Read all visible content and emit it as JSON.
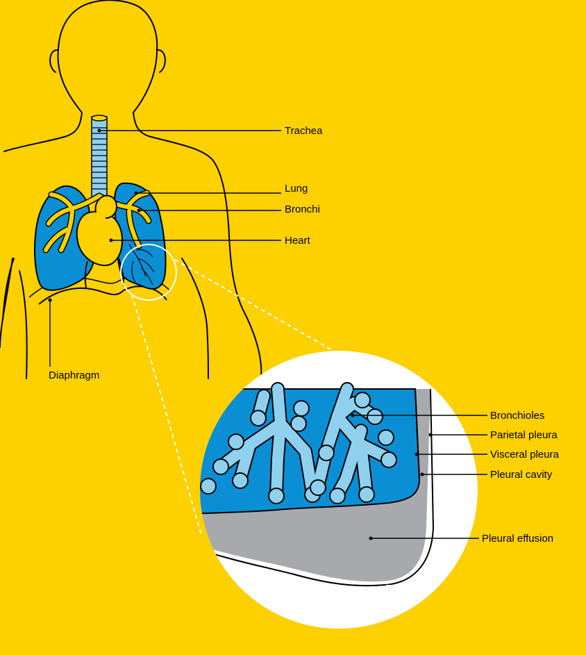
{
  "colors": {
    "background": "#FDD000",
    "lung": "#0A8FD4",
    "bronchiole": "#8FD0EE",
    "effusion": "#A7A9AC",
    "pleural_fill": "#FFFFFF",
    "airway": "#FDD000",
    "outline": "#000000"
  },
  "labels": {
    "trachea": "Trachea",
    "lung": "Lung",
    "bronchi": "Bronchi",
    "heart": "Heart",
    "diaphragm": "Diaphragm",
    "bronchioles": "Bronchioles",
    "parietal_pleura": "Parietal pleura",
    "visceral_pleura": "Visceral pleura",
    "pleural_cavity": "Pleural cavity",
    "pleural_effusion": "Pleural effusion"
  }
}
